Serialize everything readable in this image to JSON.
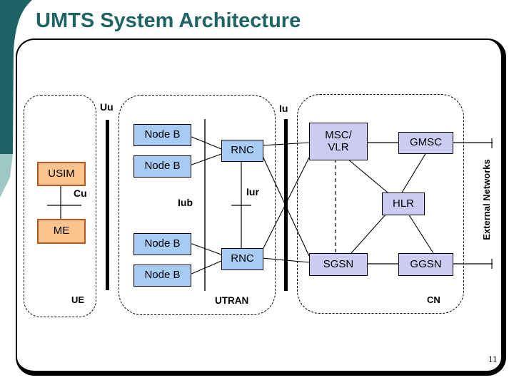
{
  "title": "UMTS System Architecture",
  "page_number": "11",
  "groups": {
    "ue": "UE",
    "utran": "UTRAN",
    "cn": "CN"
  },
  "external_networks": "External Networks",
  "interfaces": {
    "uu": "Uu",
    "iu": "Iu",
    "cu": "Cu",
    "iub": "Iub",
    "iur": "Iur"
  },
  "nodes": {
    "usim": "USIM",
    "me": "ME",
    "node_b": "Node B",
    "rnc": "RNC",
    "msc_top": "MSC/",
    "msc_bottom": "VLR",
    "gmsc": "GMSC",
    "hlr": "HLR",
    "sgsn": "SGSN",
    "ggsn": "GGSN"
  },
  "colors": {
    "title_accent": "#1F6464",
    "accent_light": "#9EC7C5",
    "peach_fill": "#FBC38E",
    "peach_border": "#B35A1F",
    "blue_fill": "#A6CCF5",
    "lavender_fill": "#CCCCF2",
    "line": "#000000"
  }
}
